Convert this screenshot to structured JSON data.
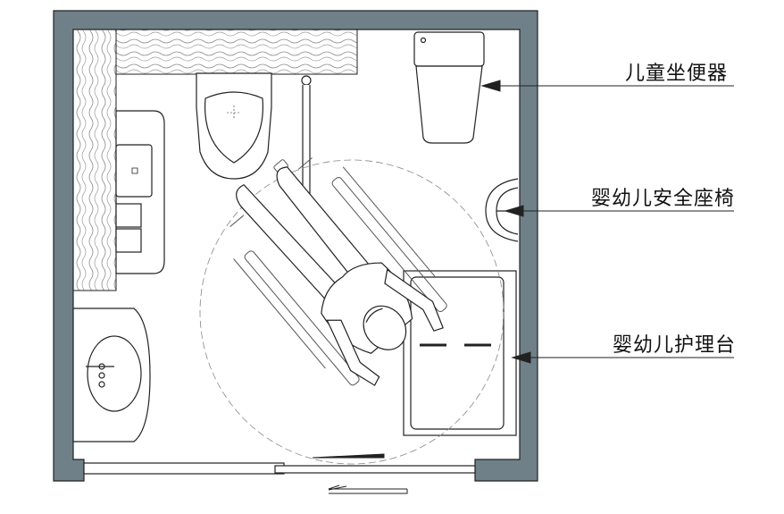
{
  "plan": {
    "colors": {
      "wall": "#6f8088",
      "line": "#222222",
      "thin": "#555555",
      "paper": "#ffffff",
      "marble": "#8a8a8a"
    },
    "labels": [
      {
        "id": "child-toilet",
        "text": "儿童坐便器"
      },
      {
        "id": "baby-seat",
        "text": "婴幼儿安全座椅"
      },
      {
        "id": "changing-table",
        "text": "婴幼儿护理台"
      }
    ],
    "icons": [
      "wheelchair-user-icon",
      "toilet-icon",
      "sink-icon",
      "door-swing-arrow-icon"
    ]
  }
}
